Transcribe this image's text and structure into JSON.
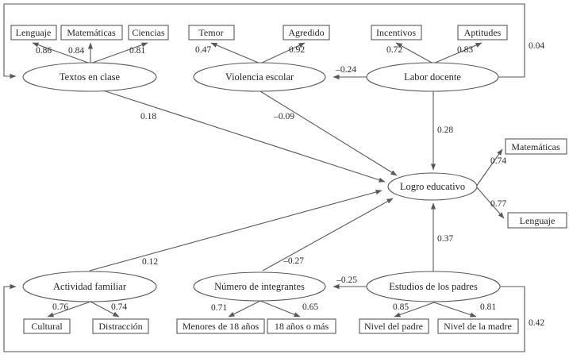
{
  "latent": {
    "textos": {
      "label": "Textos en clase"
    },
    "violencia": {
      "label": "Violencia escolar"
    },
    "labor": {
      "label": "Labor docente"
    },
    "logro": {
      "label": "Logro educativo"
    },
    "actividad": {
      "label": "Actividad familiar"
    },
    "integrantes": {
      "label": "Número de integrantes"
    },
    "estudios": {
      "label": "Estudios de los padres"
    }
  },
  "indicators": {
    "lenguaje_top": {
      "label": "Lenguaje",
      "loading": "0.86"
    },
    "matematicas_top": {
      "label": "Matemáticas",
      "loading": "0.84"
    },
    "ciencias": {
      "label": "Ciencias",
      "loading": "0.81"
    },
    "temor": {
      "label": "Temor",
      "loading": "0.47"
    },
    "agredido": {
      "label": "Agredido",
      "loading": "0.92"
    },
    "incentivos": {
      "label": "Incentivos",
      "loading": "0.72"
    },
    "aptitudes": {
      "label": "Aptitudes",
      "loading": "0.83"
    },
    "matematicas_right": {
      "label": "Matemáticas",
      "loading": "0.74"
    },
    "lenguaje_right": {
      "label": "Lenguaje",
      "loading": "0.77"
    },
    "cultural": {
      "label": "Cultural",
      "loading": "0.76"
    },
    "distraccion": {
      "label": "Distracción",
      "loading": "0.74"
    },
    "menores_18": {
      "label": "Menores de 18 años",
      "loading": "0.71"
    },
    "mayores_18": {
      "label": "18 años o más",
      "loading": "0.65"
    },
    "nivel_padre": {
      "label": "Nivel del padre",
      "loading": "0.85"
    },
    "nivel_madre": {
      "label": "Nivel de la madre",
      "loading": "0.81"
    }
  },
  "paths": {
    "textos_logro": {
      "value": "0.18"
    },
    "violencia_logro": {
      "value": "–0.09"
    },
    "labor_logro": {
      "value": "0.28"
    },
    "labor_violencia": {
      "value": "–0.24"
    },
    "labor_textos": {
      "value": "0.04"
    },
    "actividad_logro": {
      "value": "0.12"
    },
    "integrantes_logro": {
      "value": "–0.27"
    },
    "estudios_logro": {
      "value": "0.37"
    },
    "estudios_integrantes": {
      "value": "–0.25"
    },
    "estudios_actividad": {
      "value": "0.42"
    }
  },
  "colors": {
    "line": "#57585a",
    "text": "#262626",
    "background": "#ffffff"
  }
}
